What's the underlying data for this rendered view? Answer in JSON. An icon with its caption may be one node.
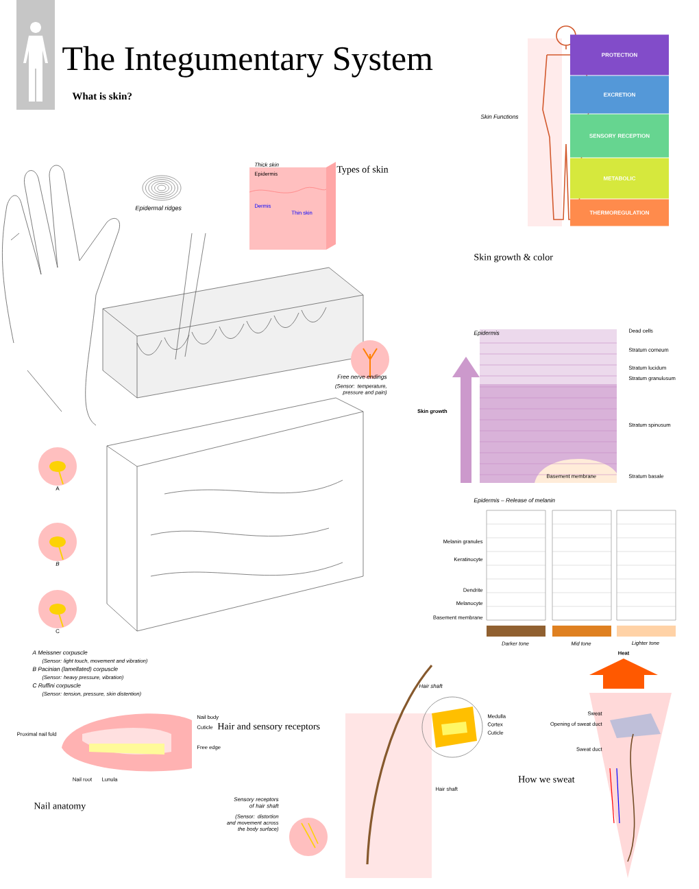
{
  "diagram": {
    "title": "The Integumentary System",
    "nodes": [
      {
        "text": [
          "PROTECTION"
        ]
      },
      {
        "text": [
          "EXCRETION"
        ]
      },
      {
        "text": [
          "SENSORY RECEPTION"
        ]
      },
      {
        "text": [
          "METABOLIC"
        ]
      },
      {
        "text": [
          "THERMOREGULATION"
        ]
      }
    ],
    "labels": [
      "What is skin?",
      "Skin Functions",
      "Thick skin",
      "Epidermis",
      "Dermis",
      "Thin skin",
      "Epidermal ridges",
      "Types of skin",
      "Free nerve endings",
      "(Sensor: temperature, pressure and pain)",
      "Skin growth & color",
      "Epidermis",
      "Skin growth",
      "Dead cells",
      "Stratum corneum",
      "Stratum lucidum",
      "Stratum granulosum",
      "Stratum spinosum",
      "Stratum basale",
      "Basement membrane",
      "Epidermis – Release of melanin",
      "Melanin granules",
      "Keratinocyte",
      "Dendrite",
      "Melanocyte",
      "Basement membrane",
      "Darker tone",
      "Mid tone",
      "Lighter tone",
      "A",
      "B",
      "C",
      "A Meissner corpuscle",
      "(Sensor: light touch, movement and vibration)",
      "B Pacinian (lamellated) corpuscle",
      "(Sensor: heavy pressure, vibration)",
      "C Ruffini corpuscle",
      "(Sensor: tension, pressure, skin distention)",
      "Nail body",
      "Cuticle",
      "Proximal nail fold",
      "Free edge",
      "Lunula",
      "Nail root",
      "Nail anatomy",
      "Hair and sensory receptors",
      "Sensory receptors of hair shaft",
      "(Sensor: distortion and movement across the body surface)",
      "Hair shaft",
      "Medulla",
      "Cortex",
      "Cuticle",
      "Hair shaft",
      "How we sweat",
      "Heat",
      "Sweat",
      "Opening of sweat duct",
      "Sweat duct"
    ]
  }
}
